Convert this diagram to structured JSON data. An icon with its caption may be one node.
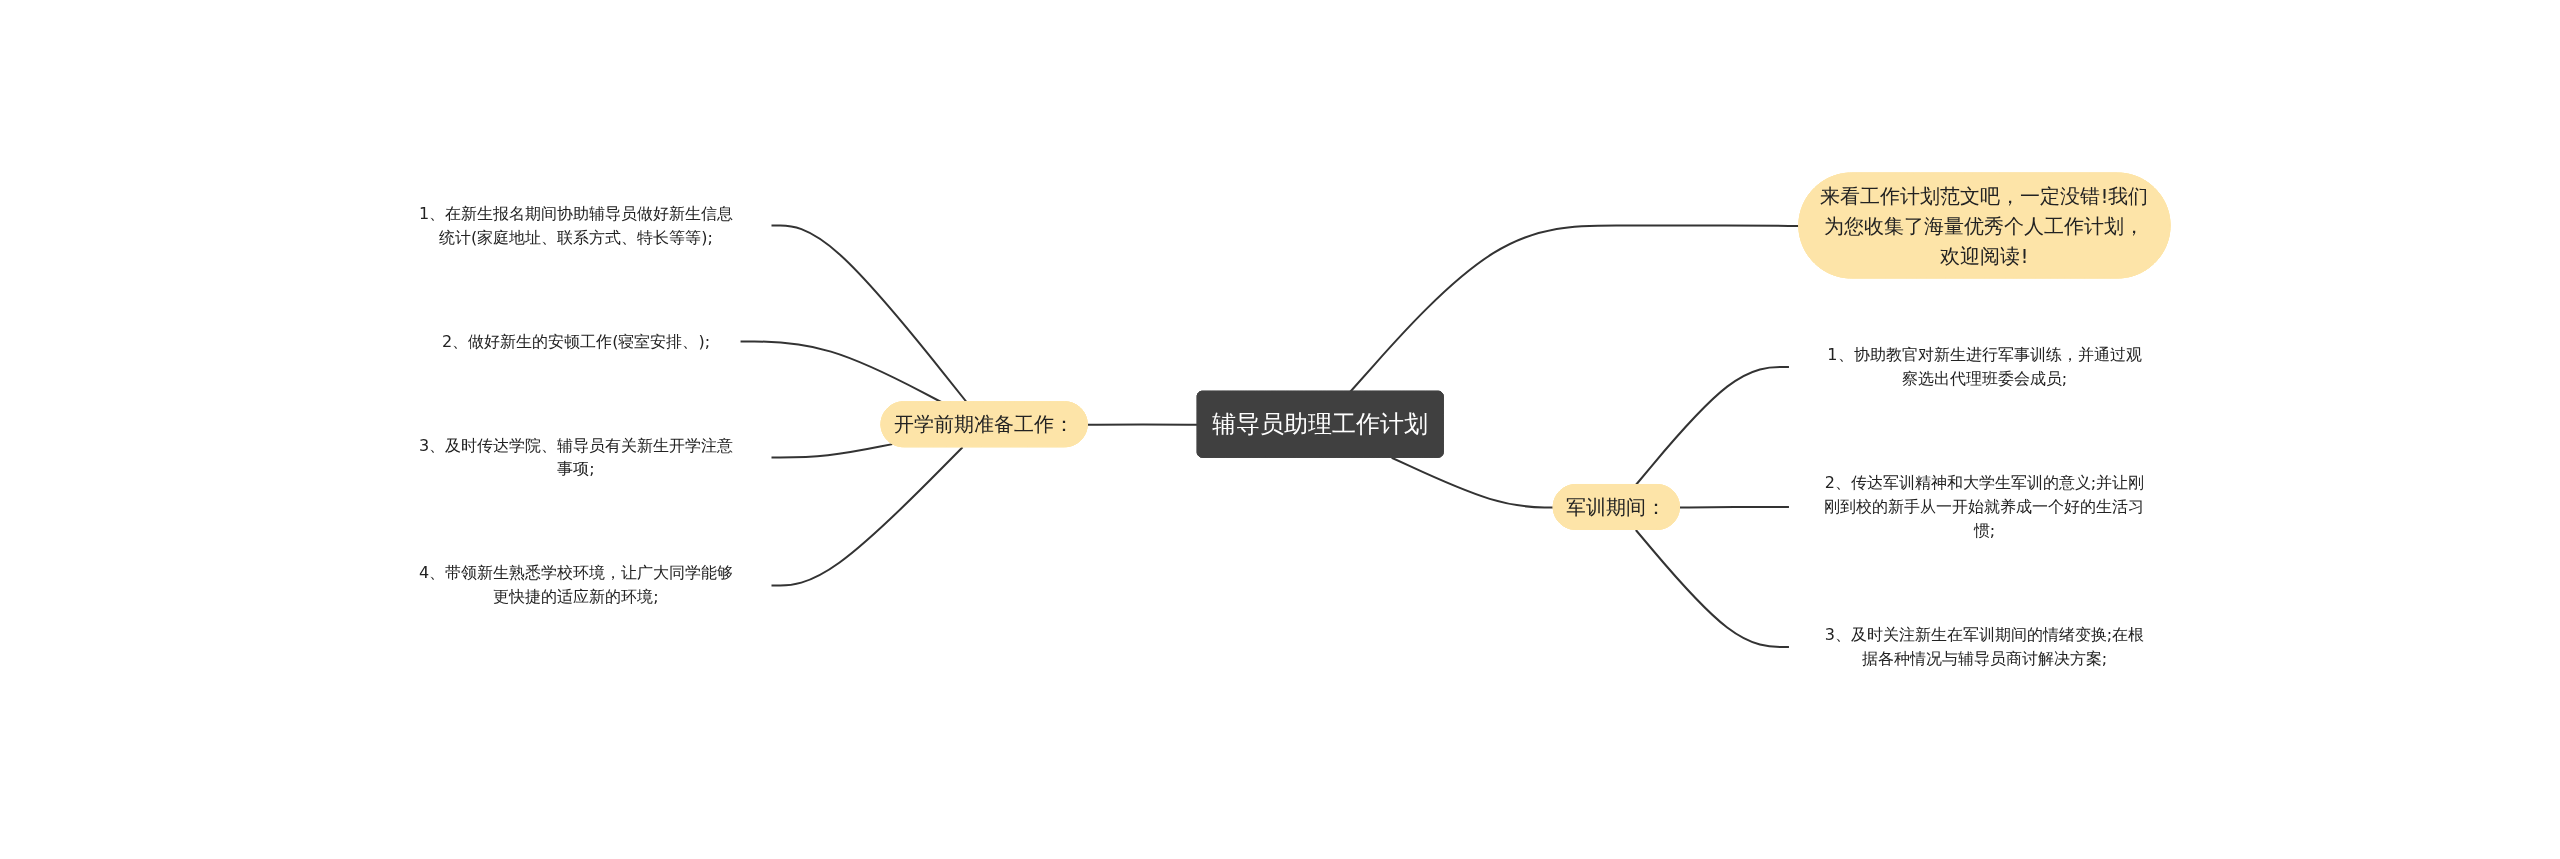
{
  "diagram": {
    "nodes": [
      {
        "text": [
          "辅导员助理工作计划"
        ]
      },
      {
        "text": [
          "来看工作计划范文吧，一定没错!我们为您收集了海量优秀个人工作计划，欢迎阅读!"
        ]
      },
      {
        "text": [
          "开学前期准备工作："
        ]
      },
      {
        "text": [
          "1、在新生报名期间协助辅导员做好新生信息统计(家庭地址、联系方式、特长等等);"
        ]
      },
      {
        "text": [
          "2、做好新生的安顿工作(寝室安排、);"
        ]
      },
      {
        "text": [
          "3、及时传达学院、辅导员有关新生开学注意事项;"
        ]
      },
      {
        "text": [
          "4、带领新生熟悉学校环境，让广大同学能够更快捷的适应新的环境;"
        ]
      },
      {
        "text": [
          "军训期间："
        ]
      },
      {
        "text": [
          "1、协助教官对新生进行军事训练，并通过观察选出代理班委会成员;"
        ]
      },
      {
        "text": [
          "2、传达军训精神和大学生军训的意义;并让刚刚到校的新手从一开始就养成一个好的生活习惯;"
        ]
      },
      {
        "text": [
          "3、及时关注新生在军训期间的情绪变换;在根据各种情况与辅导员商讨解决方案;"
        ]
      }
    ],
    "edges": [
      {
        "from": 2,
        "to": 0,
        "arrow": "none"
      },
      {
        "from": 0,
        "to": 1,
        "arrow": "none"
      },
      {
        "from": 0,
        "to": 7,
        "arrow": "none"
      },
      {
        "from": 3,
        "to": 2,
        "arrow": "none"
      },
      {
        "from": 4,
        "to": 2,
        "arrow": "none"
      },
      {
        "from": 5,
        "to": 2,
        "arrow": "none"
      },
      {
        "from": 6,
        "to": 2,
        "arrow": "none"
      },
      {
        "from": 7,
        "to": 8,
        "arrow": "none"
      },
      {
        "from": 7,
        "to": 9,
        "arrow": "none"
      },
      {
        "from": 7,
        "to": 10,
        "arrow": "none"
      }
    ]
  }
}
